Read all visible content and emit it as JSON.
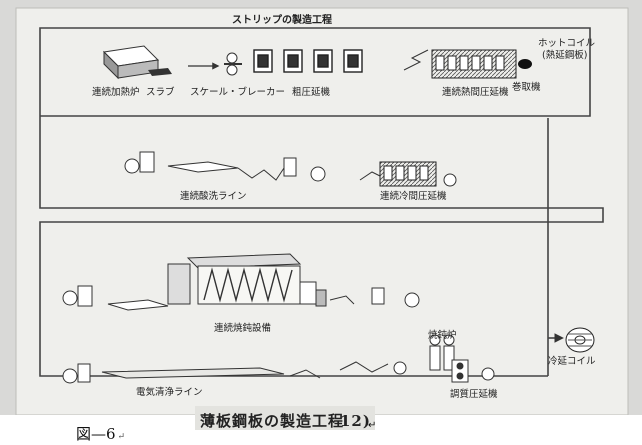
{
  "diagram": {
    "title": "ストリップの製造工程",
    "caption": "薄板鋼板の製造工程",
    "caption_ref": "12)",
    "labels": {
      "reheating_furnace": "連続加熱炉",
      "slab": "スラブ",
      "scale_breaker": "スケール・ブレーカー",
      "roughing_mill": "粗圧延機",
      "finishing_mill": "連続熱間圧延機",
      "hot_coil": "ホットコイル",
      "hot_rolled_note": "(熱延鋼板)",
      "coiler": "巻取機",
      "pickling_line": "連続酸洗ライン",
      "cold_mill": "連続冷間圧延機",
      "annealing": "連続焼鈍設備",
      "cleaning_line": "電気清浄ライン",
      "batch_annealing": "焼鈍炉",
      "temper_mill": "調質圧延機",
      "cold_coil": "冷延コイル"
    }
  },
  "figure_label": "図—6"
}
